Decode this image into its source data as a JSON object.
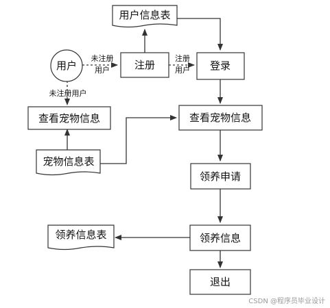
{
  "colors": {
    "stroke": "#333333",
    "fill": "#ffffff",
    "text": "#111111",
    "watermark": "#9a9a9a"
  },
  "nodes": {
    "user": "用户",
    "register": "注册",
    "login": "登录",
    "user_table": "用户信息表",
    "view_pet_left": "查看宠物信息",
    "pet_table": "宠物信息表",
    "view_pet_right": "查看宠物信息",
    "adopt_apply": "领养申请",
    "adopt_info": "领养信息",
    "adopt_table": "领养信息表",
    "exit": "退出"
  },
  "edge_labels": {
    "unregistered_top": "未注册",
    "unregistered_bottom": "用户",
    "registered_top": "注册",
    "registered_bottom": "用户",
    "unregistered_down": "未注册用户"
  },
  "watermark": "CSDN @程序员毕业设计"
}
